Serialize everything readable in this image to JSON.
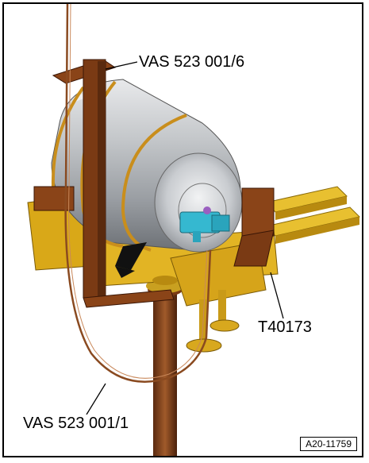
{
  "labels": {
    "top": "VAS 523 001/6",
    "right": "T40173",
    "left": "VAS 523 001/1"
  },
  "figure_id": "A20-11759",
  "colors": {
    "tank": "#b9bcc0",
    "fixture": "#e0b21c",
    "bracket": "#7a3a14",
    "coupling": "#35b8d0"
  }
}
